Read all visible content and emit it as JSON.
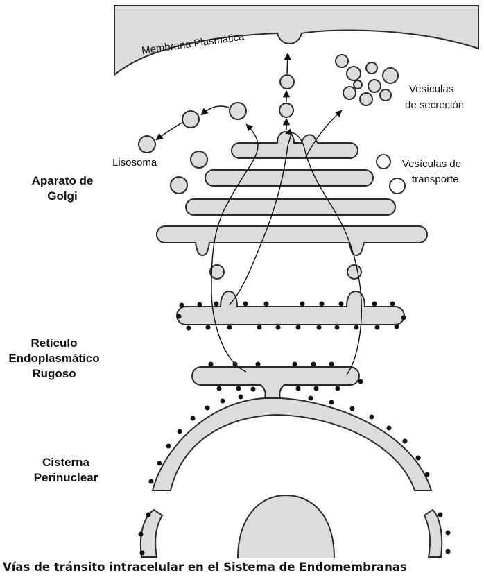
{
  "labels": {
    "membrana": "Membrana Plasmática",
    "vesiculas_secrecion": [
      "Vesículas",
      "de  secreción"
    ],
    "lisosoma": "Lisosoma",
    "vesiculas_transporte": [
      "Vesículas de",
      "transporte"
    ],
    "aparato_golgi": [
      "Aparato de",
      "Golgi"
    ],
    "reticulo": [
      "Retículo",
      "Endoplasmático",
      "Rugoso"
    ],
    "cisterna": [
      "Cisterna",
      "Perinuclear"
    ]
  },
  "caption": "Vías de tránsito intracelular en el Sistema de Endomembranas",
  "colors": {
    "fill": "#dcdcdc",
    "stroke": "#2b2b2b",
    "ribosome": "#111111"
  }
}
